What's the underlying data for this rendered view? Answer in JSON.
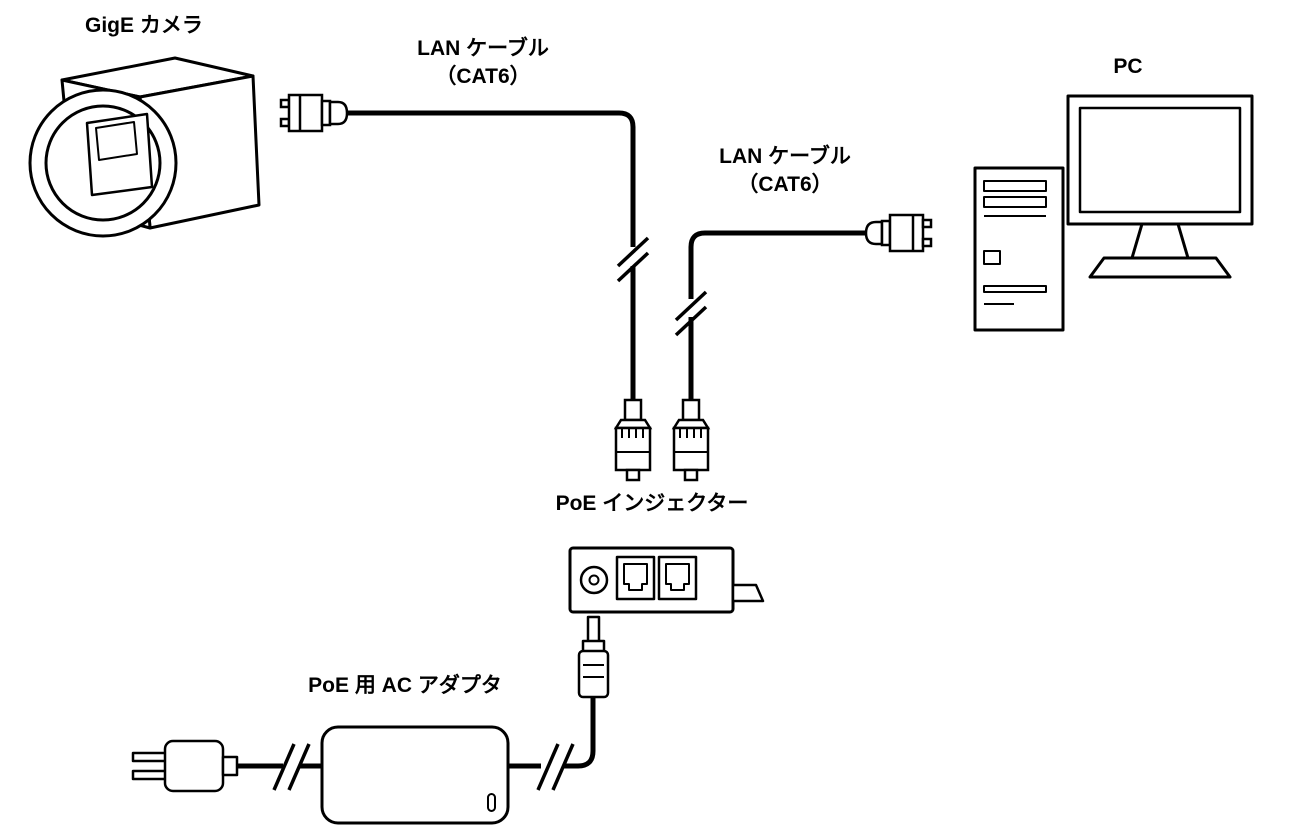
{
  "diagram": {
    "colors": {
      "line": "#000000",
      "background": "#ffffff",
      "text": "#000000"
    },
    "labels": {
      "camera": "GigE カメラ",
      "lan_cable_camera": {
        "line1": "LAN ケーブル",
        "line2": "（CAT6）"
      },
      "lan_cable_pc": {
        "line1": "LAN ケーブル",
        "line2": "（CAT6）"
      },
      "pc": "PC",
      "poe_injector": "PoE インジェクター",
      "ac_adapter": "PoE 用 AC アダプタ"
    }
  }
}
